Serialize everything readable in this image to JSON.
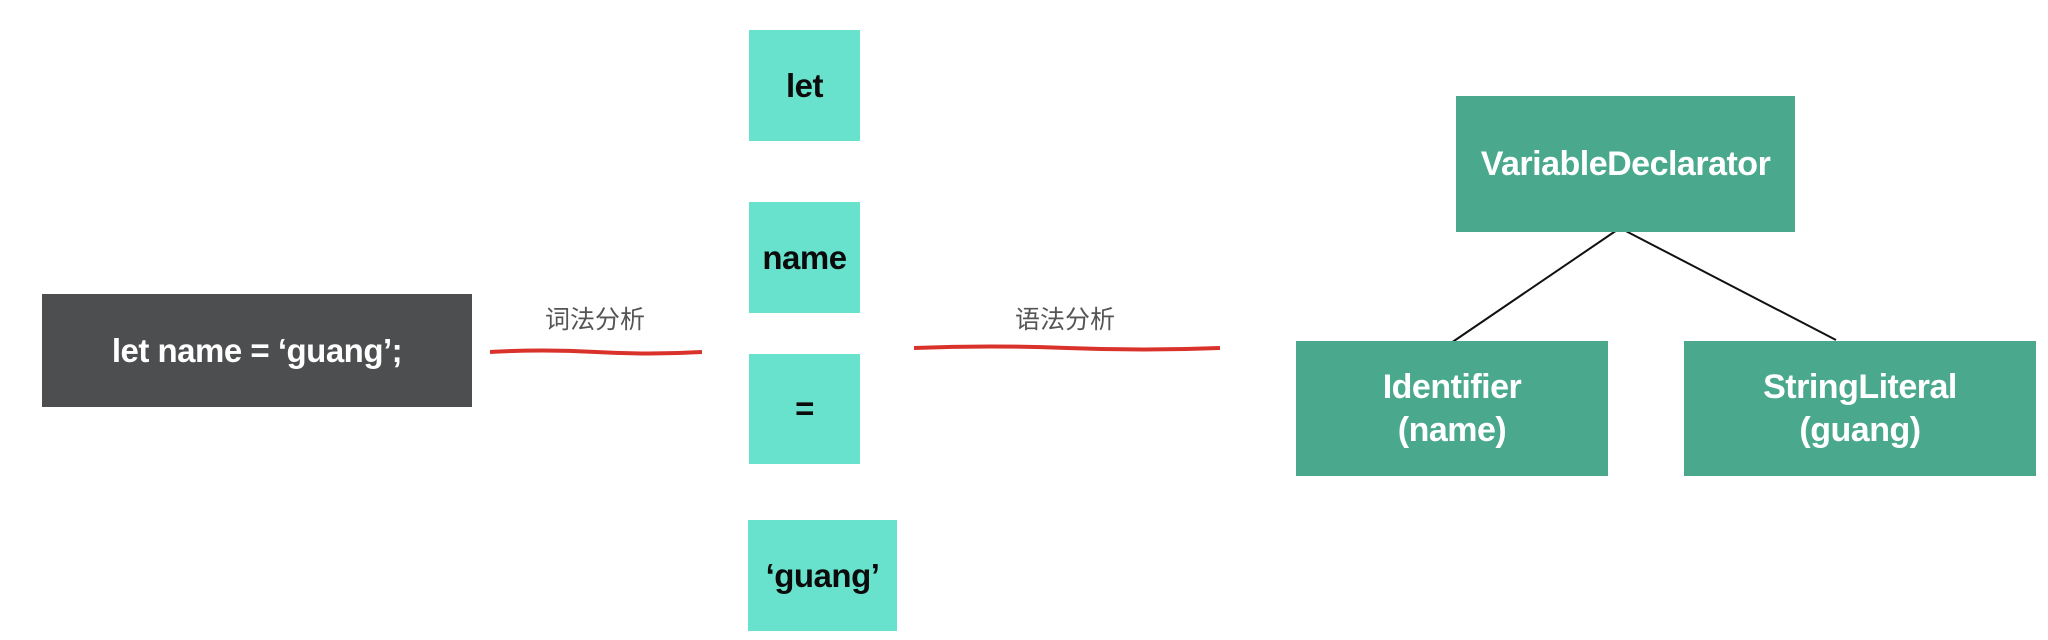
{
  "source_code": "let name = ‘guang’;",
  "stages": {
    "lexical": "词法分析",
    "syntax": "语法分析"
  },
  "tokens": [
    {
      "text": "let"
    },
    {
      "text": "name"
    },
    {
      "text": "="
    },
    {
      "text": "‘guang’"
    }
  ],
  "ast": {
    "root": "VariableDeclarator",
    "left_child": "Identifier\n(name)",
    "right_child": "StringLiteral\n(guang)"
  },
  "colors": {
    "source_bg": "#4d4e50",
    "token_bg": "#68e2cd",
    "node_bg": "#4aa98c",
    "arrow_line": "#d9322b"
  }
}
